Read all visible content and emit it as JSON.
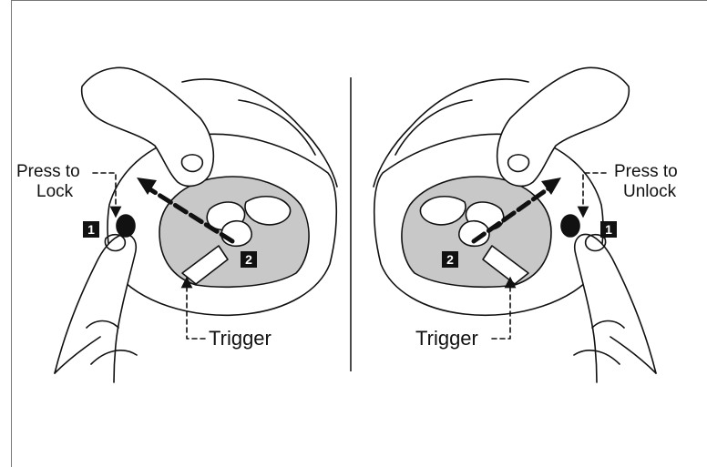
{
  "panels": {
    "left": {
      "press_label": "Press to\nLock",
      "press_line1": "Press to",
      "press_line2": "Lock",
      "trigger_label": "Trigger",
      "step1": "1",
      "step2": "2"
    },
    "right": {
      "press_line1": "Press to",
      "press_line2": "Unlock",
      "trigger_label": "Trigger",
      "step1": "1",
      "step2": "2"
    }
  },
  "colors": {
    "line": "#111111",
    "shaded": "#c8c8c8",
    "frame": "#777777"
  }
}
